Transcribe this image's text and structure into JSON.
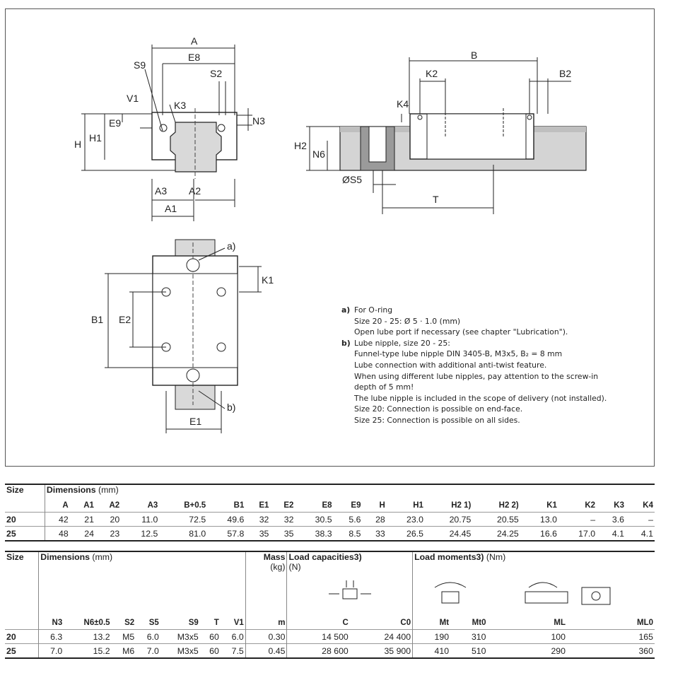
{
  "drawing_labels": {
    "A": "A",
    "E8": "E8",
    "S9": "S9",
    "S2": "S2",
    "V1": "V1",
    "K3": "K3",
    "E9": "E9",
    "N3": "N3",
    "H": "H",
    "H1": "H1",
    "A3": "A3",
    "A2": "A2",
    "A1": "A1",
    "B": "B",
    "K2": "K2",
    "B2": "B2",
    "K4": "K4",
    "H2": "H2",
    "N6": "N6",
    "S5": "ØS5",
    "T": "T",
    "a": "a)",
    "b": "b)",
    "K1": "K1",
    "B1": "B1",
    "E2": "E2",
    "E1": "E1"
  },
  "notes": {
    "a_key": "a)",
    "a_lines": [
      "For O-ring",
      "Size 20 - 25: Ø 5 · 1.0 (mm)",
      "Open lube port if necessary (see chapter \"Lubrication\")."
    ],
    "b_key": "b)",
    "b_lines": [
      "Lube nipple, size 20 - 25:",
      "Funnel-type lube nipple DIN 3405-B, M3x5, B₂ = 8 mm",
      "Lube connection with additional anti-twist feature.",
      "When using different lube nipples, pay attention to the screw-in",
      "depth of 5 mm!",
      "The lube nipple is included in the scope of delivery (not installed).",
      "Size 20: Connection is possible on end-face.",
      "Size 25: Connection is possible on all sides."
    ]
  },
  "table1": {
    "size_label": "Size",
    "group_label": "Dimensions",
    "group_unit": "(mm)",
    "columns": [
      "A",
      "A1",
      "A2",
      "A3",
      "B+0.5",
      "B1",
      "E1",
      "E2",
      "E8",
      "E9",
      "H",
      "H1",
      "H2 1)",
      "H2 2)",
      "K1",
      "K2",
      "K3",
      "K4"
    ],
    "rows": [
      {
        "size": "20",
        "values": [
          "42",
          "21",
          "20",
          "11.0",
          "72.5",
          "49.6",
          "32",
          "32",
          "30.5",
          "5.6",
          "28",
          "23.0",
          "20.75",
          "20.55",
          "13.0",
          "–",
          "3.6",
          "–"
        ]
      },
      {
        "size": "25",
        "values": [
          "48",
          "24",
          "23",
          "12.5",
          "81.0",
          "57.8",
          "35",
          "35",
          "38.3",
          "8.5",
          "33",
          "26.5",
          "24.45",
          "24.25",
          "16.6",
          "17.0",
          "4.1",
          "4.1"
        ]
      }
    ]
  },
  "table2": {
    "size_label": "Size",
    "dim_label": "Dimensions",
    "dim_unit": "(mm)",
    "mass_label": "Mass",
    "mass_unit": "(kg)",
    "load_cap_label": "Load capacities3)",
    "load_cap_unit": "(N)",
    "load_mom_label": "Load moments3)",
    "load_mom_unit": "(Nm)",
    "columns": [
      "N3",
      "N6±0.5",
      "S2",
      "S5",
      "S9",
      "T",
      "V1",
      "m",
      "C",
      "C0",
      "Mt",
      "Mt0",
      "ML",
      "ML0"
    ],
    "rows": [
      {
        "size": "20",
        "values": [
          "6.3",
          "13.2",
          "M5",
          "6.0",
          "M3x5",
          "60",
          "6.0",
          "0.30",
          "14 500",
          "24 400",
          "190",
          "310",
          "100",
          "165"
        ]
      },
      {
        "size": "25",
        "values": [
          "7.0",
          "15.2",
          "M6",
          "7.0",
          "M3x5",
          "60",
          "7.5",
          "0.45",
          "28 600",
          "35 900",
          "410",
          "510",
          "290",
          "360"
        ]
      }
    ]
  }
}
